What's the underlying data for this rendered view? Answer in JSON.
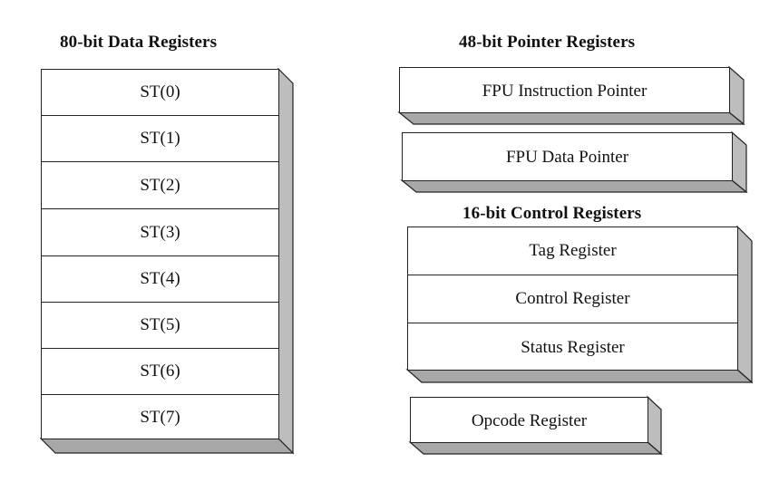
{
  "data_registers": {
    "heading": "80-bit Data Registers",
    "rows": [
      "ST(0)",
      "ST(1)",
      "ST(2)",
      "ST(3)",
      "ST(4)",
      "ST(5)",
      "ST(6)",
      "ST(7)"
    ]
  },
  "pointer_registers": {
    "heading": "48-bit Pointer Registers",
    "instruction_pointer": "FPU Instruction Pointer",
    "data_pointer": "FPU Data Pointer"
  },
  "control_registers": {
    "heading": "16-bit Control Registers",
    "rows": [
      "Tag Register",
      "Control Register",
      "Status Register"
    ]
  },
  "opcode_register": "Opcode Register",
  "colors": {
    "line": "#222222",
    "shade": "#bdbdbd",
    "shade_dark": "#8a8a8a"
  }
}
